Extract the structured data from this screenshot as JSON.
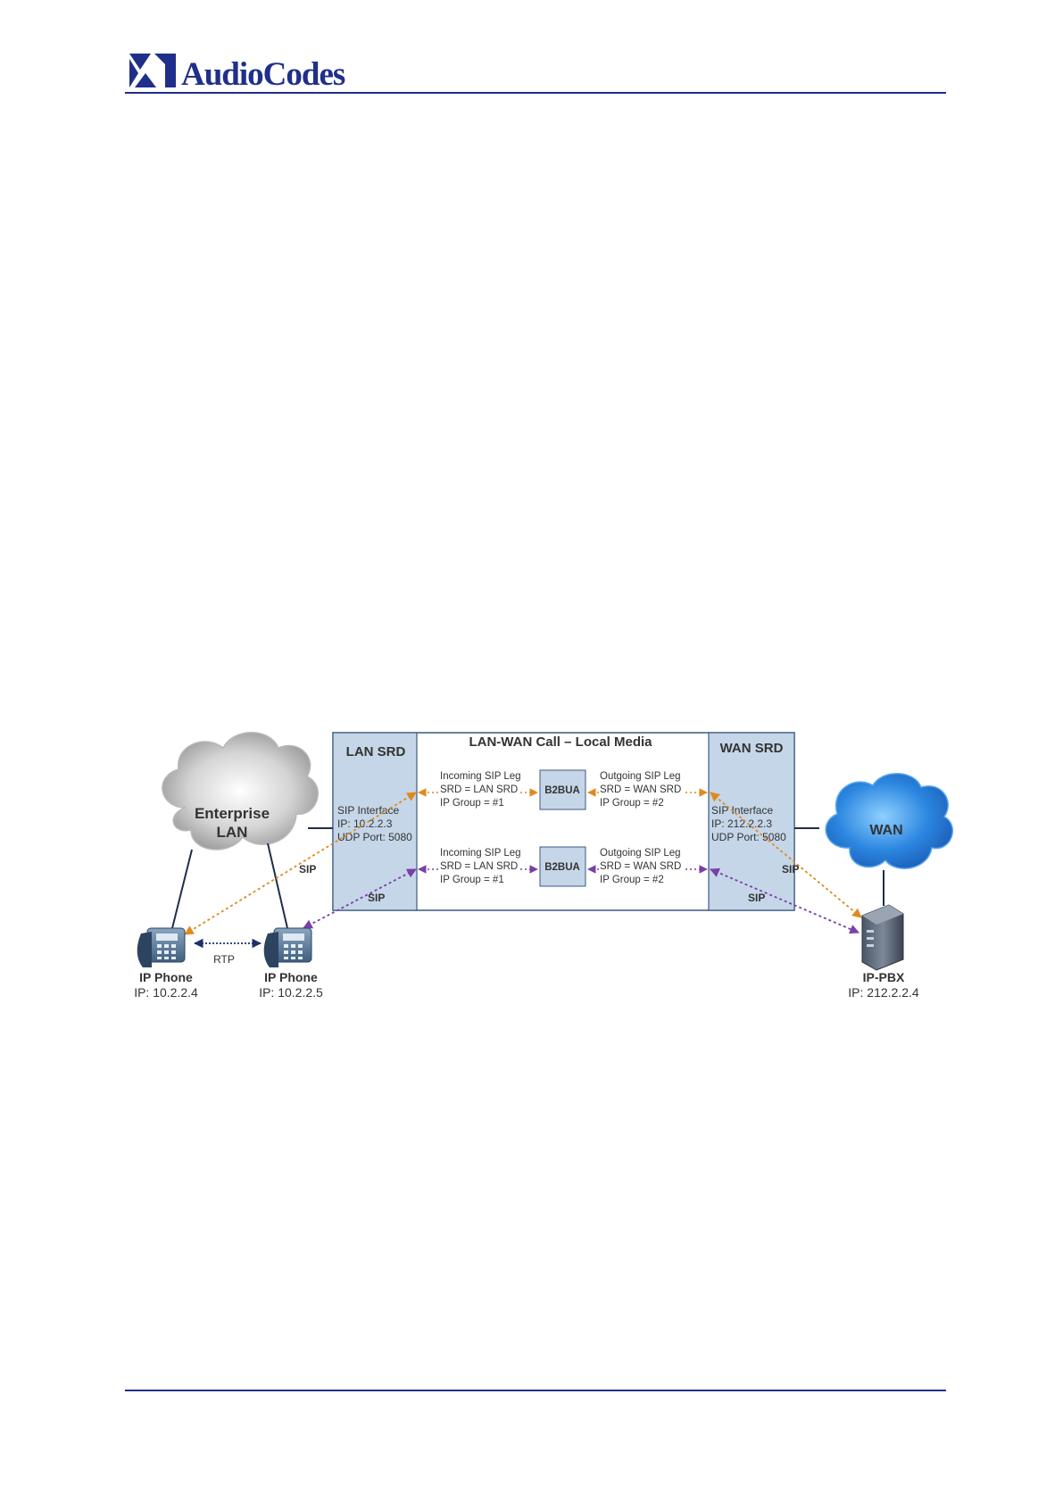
{
  "header": {
    "logo_text": "AudioCodes",
    "brand_color": "#1f2f8a"
  },
  "diagram": {
    "title": "LAN-WAN  Call – Local Media",
    "lan_srd": {
      "label": "LAN SRD",
      "sip_interface": [
        "SIP Interface",
        "IP: 10.2.2.3",
        "UDP Port: 5080"
      ],
      "sip_label": "SIP"
    },
    "wan_srd": {
      "label": "WAN SRD",
      "sip_interface": [
        "SIP Interface",
        "IP: 212.2.2.3",
        "UDP Port: 5080"
      ],
      "sip_label": "SIP"
    },
    "legs": [
      {
        "incoming": [
          "Incoming SIP  Leg",
          "SRD = LAN SRD",
          "IP Group = #1"
        ],
        "b2bua": "B2BUA",
        "outgoing": [
          "Outgoing SIP  Leg",
          "SRD = WAN SRD",
          "IP Group = #2"
        ]
      },
      {
        "incoming": [
          "Incoming SIP  Leg",
          "SRD = LAN SRD",
          "IP Group = #1"
        ],
        "b2bua": "B2BUA",
        "outgoing": [
          "Outgoing SIP  Leg",
          "SRD = WAN SRD",
          "IP Group = #2"
        ]
      }
    ],
    "enterprise_cloud": [
      "Enterprise",
      "LAN"
    ],
    "wan_cloud": "WAN",
    "lan_sip_label": "SIP",
    "wan_sip_label": "SIP",
    "rtp_label": "RTP",
    "phone1": {
      "name": "IP Phone",
      "ip": "IP: 10.2.2.4"
    },
    "phone2": {
      "name": "IP Phone",
      "ip": "IP: 10.2.2.5"
    },
    "pbx": {
      "name": "IP-PBX",
      "ip": "IP: 212.2.2.4"
    },
    "colors": {
      "srd_fill": "#c5d6e8",
      "orange_flow": "#e08a1e",
      "purple_flow": "#7a3fa8",
      "frame": "#3d5a80"
    }
  }
}
